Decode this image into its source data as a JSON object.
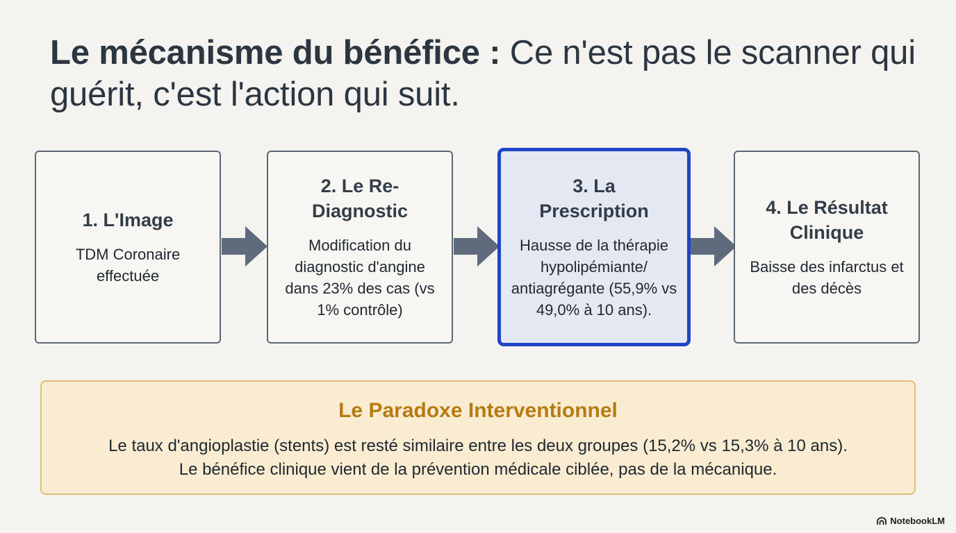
{
  "title": {
    "bold": "Le mécanisme du bénéfice :",
    "regular": "Ce n'est pas le scanner qui guérit, c'est l'action qui suit."
  },
  "steps": [
    {
      "title": "1. L'Image",
      "text": "TDM Coronaire effectuée"
    },
    {
      "title": "2. Le Re-Diagnostic",
      "text": "Modification du diagnostic d'angine dans 23% des cas (vs 1% contrôle)"
    },
    {
      "title": "3. La Prescription",
      "text": "Hausse de la thérapie hypolipémiante/ antiagrégante (55,9% vs 49,0% à 10 ans)."
    },
    {
      "title": "4. Le Résultat Clinique",
      "text": "Baisse des infarctus et des décès"
    }
  ],
  "paradox": {
    "title": "Le Paradoxe Interventionnel",
    "line1": "Le taux d'angioplastie (stents) est resté similaire entre les deux groupes (15,2% vs 15,3% à 10 ans).",
    "line2": "Le bénéfice clinique vient de la prévention médicale ciblée, pas de la mécanique."
  },
  "brand": {
    "label": "NotebookLM",
    "icon": "notebooklm-logo-icon"
  },
  "colors": {
    "background": "#f4f3ef",
    "active_border": "#1f45c7",
    "active_fill": "#e4e8f3",
    "arrow": "#5f6b7d",
    "paradox_title": "#b77a12",
    "paradox_border": "#e3bd72",
    "paradox_fill": "#f9ecd1"
  }
}
